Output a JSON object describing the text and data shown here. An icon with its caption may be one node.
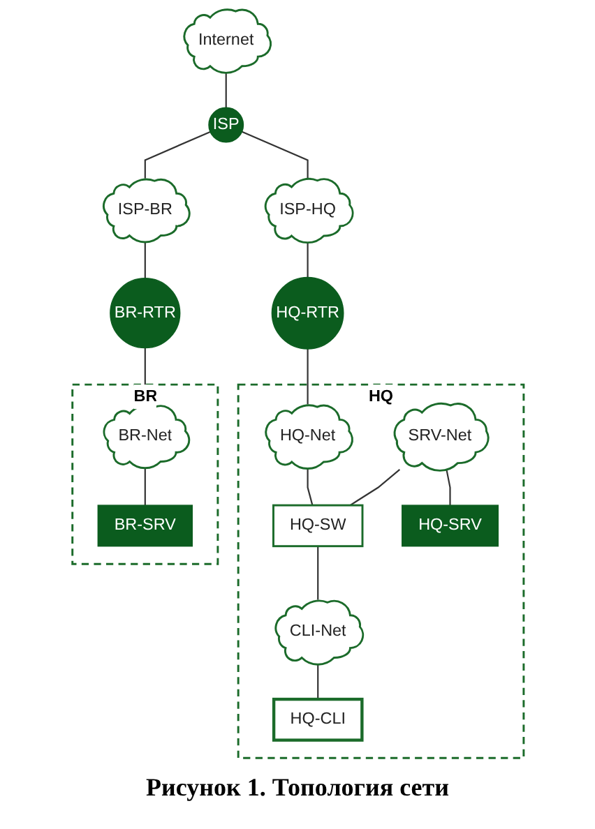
{
  "diagram": {
    "caption": "Рисунок 1. Топология сети",
    "nodes": [
      {
        "text": [
          "Internet"
        ]
      },
      {
        "text": [
          "ISP"
        ]
      },
      {
        "text": [
          "ISP-BR"
        ]
      },
      {
        "text": [
          "ISP-HQ"
        ]
      },
      {
        "text": [
          "HQ"
        ]
      },
      {
        "text": [
          "HQ-RTR"
        ]
      },
      {
        "text": [
          "HQ-Net"
        ],
        "in": 4
      },
      {
        "text": [
          "SRV-Net"
        ],
        "in": 4
      },
      {
        "text": [
          "HQ-SW"
        ],
        "in": 4
      },
      {
        "text": [
          "CLI-Net"
        ],
        "in": 4
      },
      {
        "text": [
          "HQ-SRV"
        ],
        "in": 4
      },
      {
        "text": [
          "HQ-CLI"
        ],
        "in": 4
      },
      {
        "text": [
          "BR"
        ]
      },
      {
        "text": [
          "BR-RTR"
        ]
      },
      {
        "text": [
          "BR-Net"
        ],
        "in": 12
      },
      {
        "text": [
          "BR-SRV"
        ],
        "in": 12
      }
    ],
    "edges": [
      {
        "from": 0,
        "to": 1,
        "arrow": "none"
      },
      {
        "from": 1,
        "to": 2,
        "arrow": "none"
      },
      {
        "from": 1,
        "to": 3,
        "arrow": "none"
      },
      {
        "from": 3,
        "to": 5,
        "arrow": "none"
      },
      {
        "from": 5,
        "to": 6,
        "arrow": "none"
      },
      {
        "from": 6,
        "to": 8,
        "arrow": "none"
      },
      {
        "from": 7,
        "to": 8,
        "arrow": "none"
      },
      {
        "from": 8,
        "to": 9,
        "arrow": "none"
      },
      {
        "from": 7,
        "to": 10,
        "arrow": "none"
      },
      {
        "from": 9,
        "to": 11,
        "arrow": "none"
      },
      {
        "from": 2,
        "to": 13,
        "arrow": "none"
      },
      {
        "from": 13,
        "to": 14,
        "arrow": "none"
      },
      {
        "from": 14,
        "to": 15,
        "arrow": "none"
      }
    ]
  }
}
